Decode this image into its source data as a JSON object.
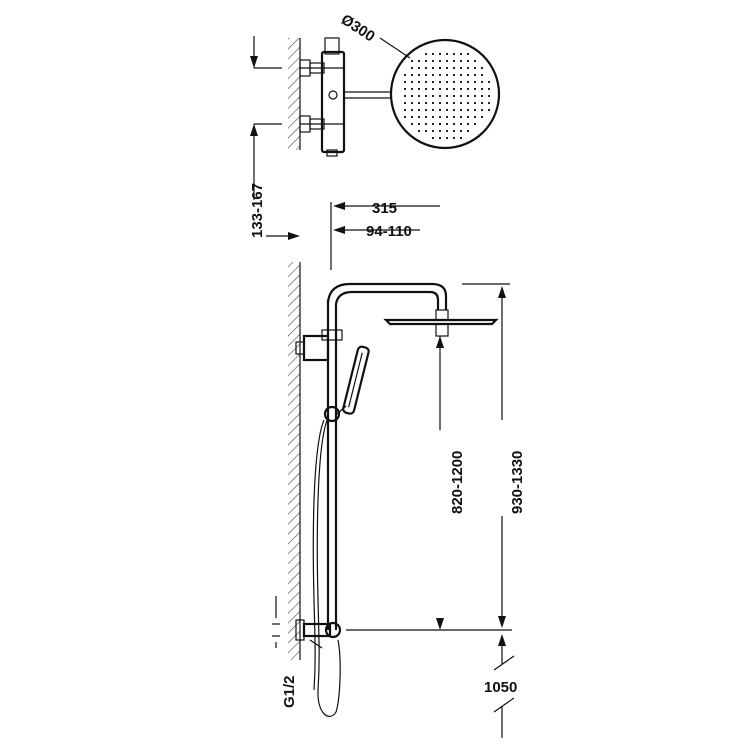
{
  "drawing": {
    "labels": {
      "head_diameter": "Ø300",
      "arm_reach": "315",
      "wall_offset": "94-110",
      "centers_spacing": "133-167",
      "head_height_short": "820-1200",
      "head_height_long": "930-1330",
      "inlet_height": "1050",
      "thread_size": "G1/2"
    }
  }
}
